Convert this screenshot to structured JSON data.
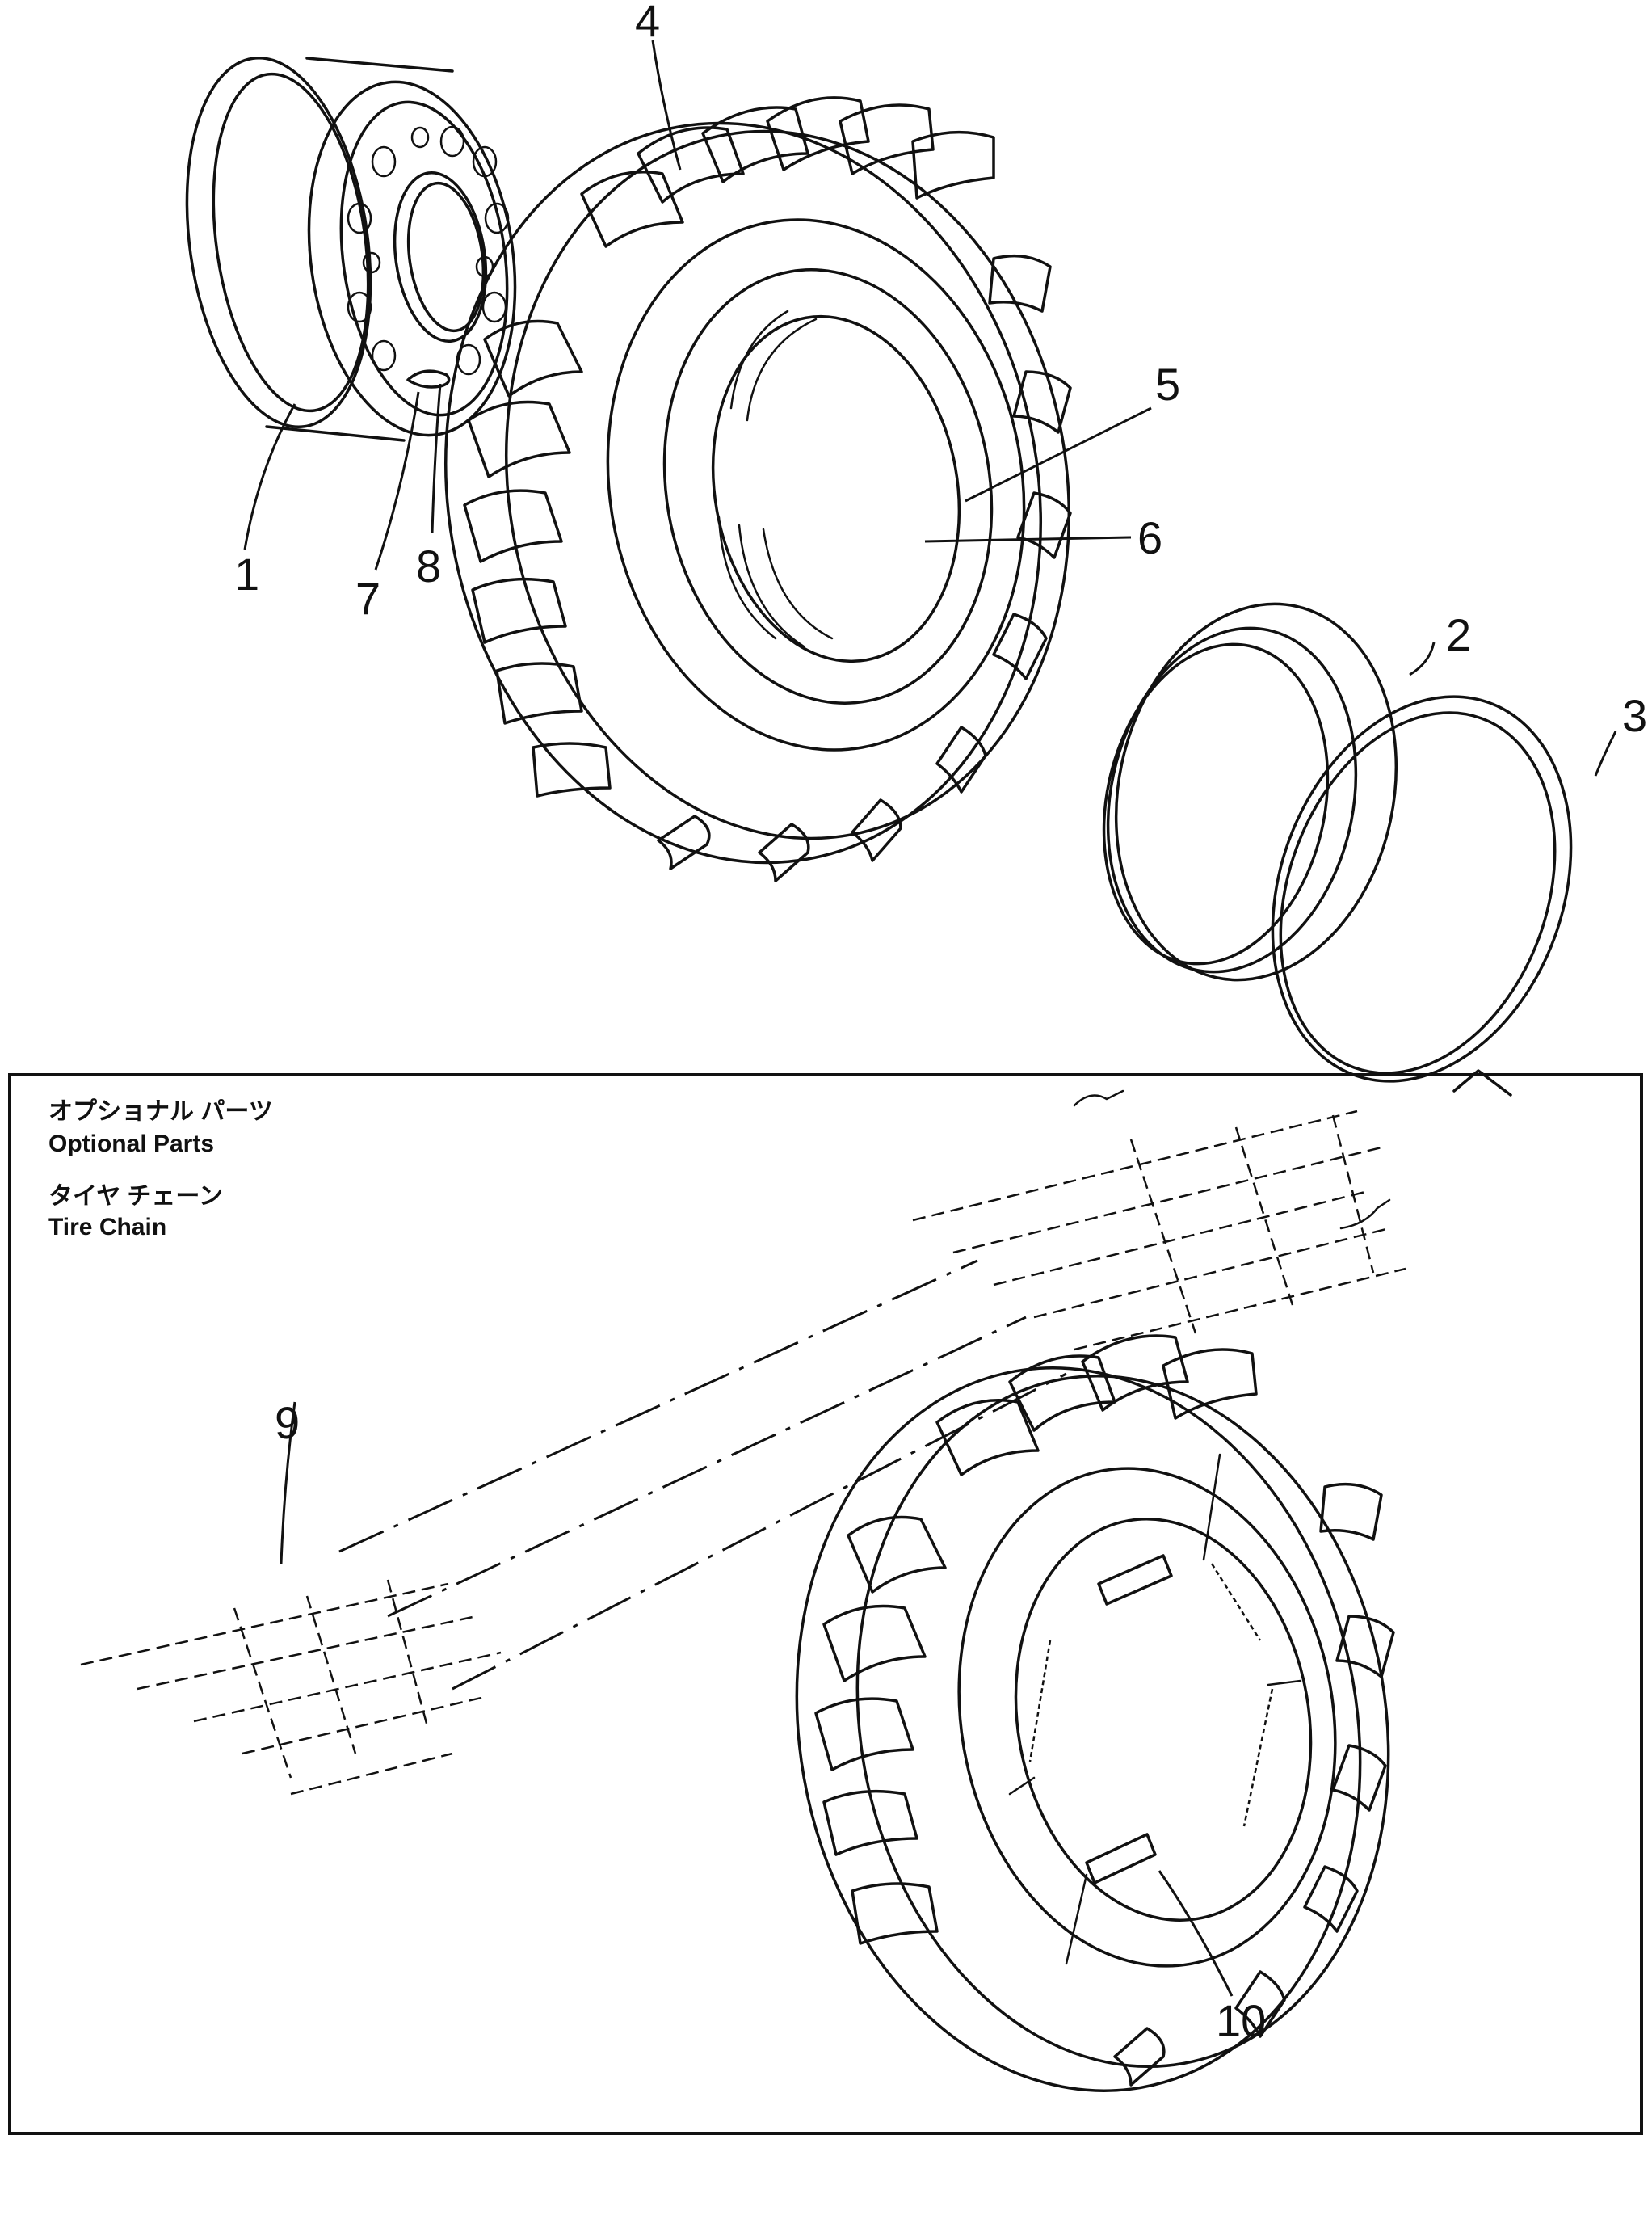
{
  "document": {
    "callouts": [
      {
        "id": "1",
        "label": "1"
      },
      {
        "id": "2",
        "label": "2"
      },
      {
        "id": "3",
        "label": "3"
      },
      {
        "id": "4",
        "label": "4"
      },
      {
        "id": "5",
        "label": "5"
      },
      {
        "id": "6",
        "label": "6"
      },
      {
        "id": "7",
        "label": "7"
      },
      {
        "id": "8",
        "label": "8"
      },
      {
        "id": "9",
        "label": "9"
      },
      {
        "id": "10",
        "label": "10"
      }
    ],
    "optional_box": {
      "title_jp": "オプショナル パーツ",
      "title_en": "Optional Parts",
      "subtitle_jp": "タイヤ チェーン",
      "subtitle_en": "Tire Chain"
    }
  }
}
